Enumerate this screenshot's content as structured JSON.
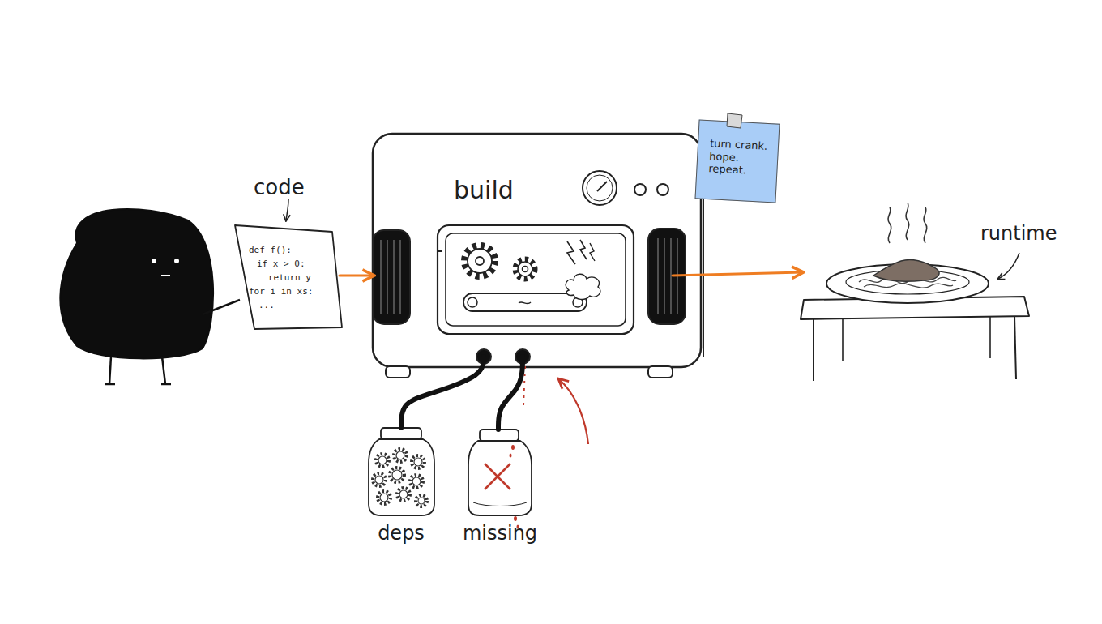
{
  "diagram": {
    "nodes": [
      {
        "text": [
          "code",
          "def f():",
          "if x > 0:",
          "return y",
          "for i in xs:",
          "..."
        ]
      },
      {
        "text": [
          "build"
        ]
      },
      {
        "text": [
          "turn crank. hope. repeat."
        ]
      },
      {
        "text": [
          "runtime"
        ]
      },
      {
        "text": [
          "deps"
        ]
      },
      {
        "text": [
          "missing"
        ]
      }
    ],
    "edges": [
      {
        "from": 0,
        "to": 1,
        "arrow": "to"
      },
      {
        "from": 1,
        "to": 3,
        "arrow": "to"
      },
      {
        "from": 4,
        "to": 1,
        "arrow": "none"
      },
      {
        "from": 5,
        "to": 1,
        "arrow": "none"
      }
    ]
  }
}
